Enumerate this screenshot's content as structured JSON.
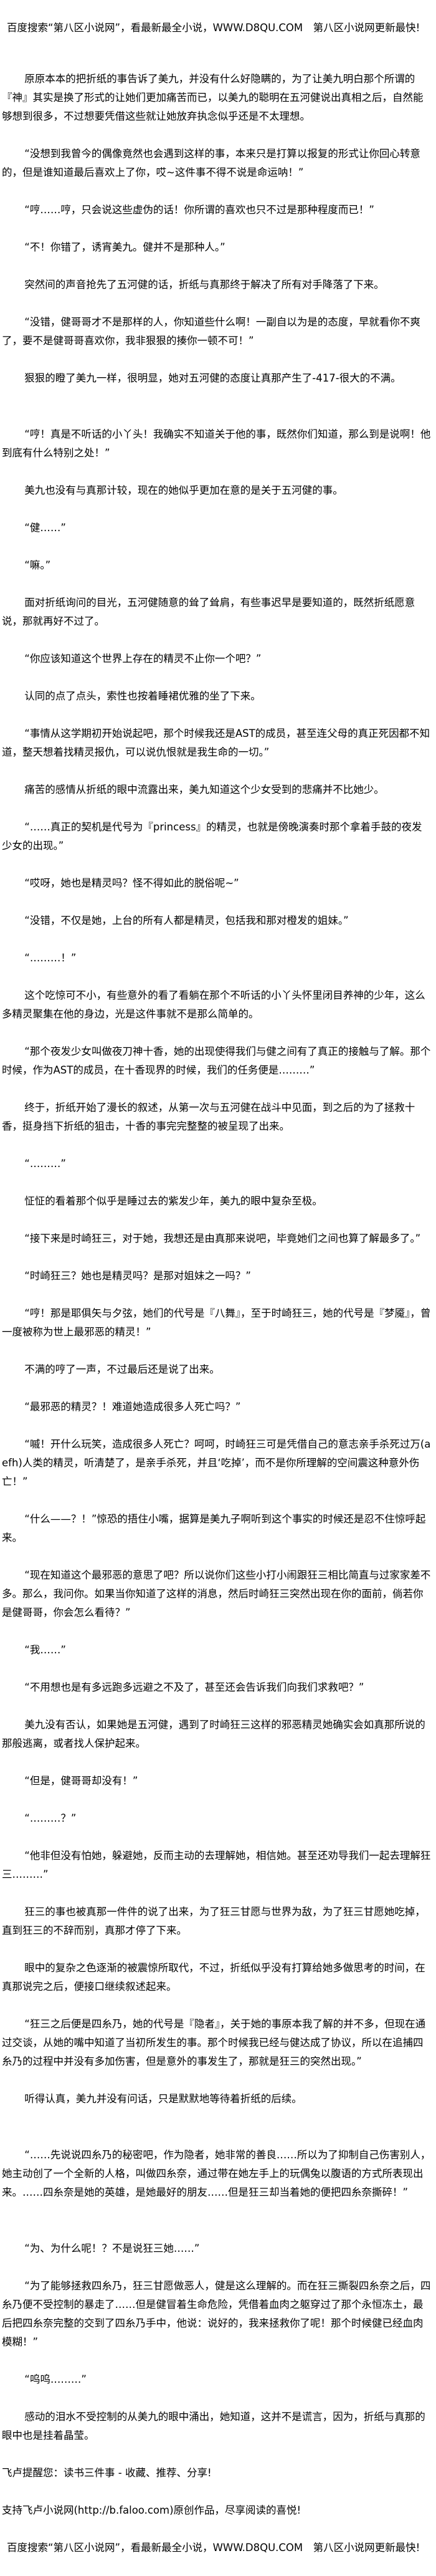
{
  "header_banner": "百度搜索“第八区小说网”，看最新最全小说，WWW.D8QU.COM　第八区小说网更新最快!",
  "paragraphs": [
    "原原本本的把折纸的事告诉了美九，并没有什么好隐瞒的，为了让美九明白那个所谓的『神』其实是换了形式的让她们更加痛苦而已，以美九的聪明在五河健说出真相之后，自然能够想到很多，不过想要凭借这些就让她放弃执念似乎还是不太理想。",
    "“没想到我曾今的偶像竟然也会遇到这样的事，本来只是打算以报复的形式让你回心转意的，但是谁知道最后喜欢上了你，哎~这件事不得不说是命运呐！”",
    "“哼……哼，只会说这些虚伪的话！你所谓的喜欢也只不过是那种程度而已！”",
    "“不！你错了，诱宵美九。健并不是那种人。”",
    "突然间的声音抢先了五河健的话，折纸与真那终于解决了所有对手降落了下来。",
    "“没错，健哥哥才不是那样的人，你知道些什么啊！一副自以为是的态度，早就看你不爽了，要不是健哥哥喜欢你，我非狠狠的揍你一顿不可！”",
    "狠狠的瞪了美九一样，很明显，她对五河健的态度让真那产生了-417-很大的不满。",
    "“哼！真是不听话的小丫头！我确实不知道关于他的事，既然你们知道，那么到是说啊！他到底有什么特别之处！”",
    "美九也没有与真那计较，现在的她似乎更加在意的是关于五河健的事。",
    "“健……”",
    "“嘛。”",
    "面对折纸询问的目光，五河健随意的耸了耸肩，有些事迟早是要知道的，既然折纸愿意说，那就再好不过了。",
    "“你应该知道这个世界上存在的精灵不止你一个吧？”",
    "认同的点了点头，索性也按着睡裙优雅的坐了下来。",
    "“事情从这学期初开始说起吧，那个时候我还是AST的成员，甚至连父母的真正死因都不知道，整天想着找精灵报仇，可以说仇恨就是我生命的一切。”",
    "痛苦的感情从折纸的眼中流露出来，美九知道这个少女受到的悲痛并不比她少。",
    "“……真正的契机是代号为『princess』的精灵，也就是傍晚演奏时那个拿着手鼓的夜发少女的出现。”",
    "“哎呀，她也是精灵吗？怪不得如此的脱俗呢~”",
    "“没错，不仅是她，上台的所有人都是精灵，包括我和那对橙发的姐妹。”",
    "“………！”",
    "这个吃惊可不小，有些意外的看了看躺在那个不听话的小丫头怀里闭目养神的少年，这么多精灵聚集在他的身边，光是这件事就不是那么简单的。",
    "“那个夜发少女叫做夜刀神十香，她的出现使得我们与健之间有了真正的接触与了解。那个时候，作为AST的成员，在十香现界的时候，我们的任务便是………”",
    "终于，折纸开始了漫长的叙述，从第一次与五河健在战斗中见面，到之后的为了拯救十香，挺身挡下折纸的狙击，十香的事完完整整的被呈现了出来。",
    "“………”",
    "怔怔的看着那个似乎是睡过去的紫发少年，美九的眼中复杂至极。",
    "“接下来是时崎狂三，对于她，我想还是由真那来说吧，毕竟她们之间也算了解最多了。”",
    "“时崎狂三？她也是精灵吗？是那对姐妹之一吗？”",
    "“哼！那是耶俱矢与夕弦，她们的代号是『八舞』，至于时崎狂三，她的代号是『梦魇』，曾一度被称为世上最邪恶的精灵！”",
    "不满的哼了一声，不过最后还是说了出来。",
    "“最邪恶的精灵？！难道她造成很多人死亡吗？”",
    "“嘁！开什么玩笑，造成很多人死亡？呵呵，时崎狂三可是凭借自己的意志亲手杀死过万(aefh)人类的精灵，听清楚了，是亲手杀死，并且‘吃掉’，而不是你所理解的空间震这种意外伤亡！”",
    "“什么——？！”惊恐的捂住小嘴，据算是美九子啊听到这个事实的时候还是忍不住惊呼起来。",
    "“现在知道这个最邪恶的意思了吧？所以说你们这些小打小闹跟狂三相比简直与过家家差不多。那么，我问你。如果当你知道了这样的消息，然后时崎狂三突然出现在你的面前，倘若你是健哥哥，你会怎么看待？”",
    "“我……”",
    "“不用想也是有多远跑多远避之不及了，甚至还会告诉我们向我们求救吧？”",
    "美九没有否认，如果她是五河健，遇到了时崎狂三这样的邪恶精灵她确实会如真那所说的那般逃离，或者找人保护起来。",
    "“但是，健哥哥却没有！”",
    "“………？”",
    "“他非但没有怕她，躲避她，反而主动的去理解她，相信她。甚至还劝导我们一起去理解狂三………”",
    "狂三的事也被真那一件件的说了出来，为了狂三甘愿与世界为敌，为了狂三甘愿她吃掉，直到狂三的不辞而别，真那才停了下来。",
    "眼中的复杂之色逐渐的被震惊所取代，不过，折纸似乎没有打算给她多做思考的时间，在真那说完之后，便接口继续叙述起来。",
    "“狂三之后便是四糸乃，她的代号是『隐者』，关于她的事原本我了解的并不多，但现在通过交谈，从她的嘴中知道了当初所发生的事。那个时候我已经与健达成了协议，所以在追捕四糸乃的过程中并没有多加伤害，但是意外的事发生了，那就是狂三的突然出现。”",
    "听得认真，美九并没有问话，只是默默地等待着折纸的后续。",
    "“……先说说四糸乃的秘密吧，作为隐者，她非常的善良……所以为了抑制自己伤害别人，她主动创了一个全新的人格，叫做四糸奈，通过带在她左手上的玩偶兔以腹语的方式所表现出来。……四糸奈是她的英雄，是她最好的朋友……但是狂三却当着她的便把四糸奈撕碎！”",
    "“为、为什么呢！？不是说狂三她……”",
    "“为了能够拯救四糸乃，狂三甘愿做恶人，健是这么理解的。而在狂三撕裂四糸奈之后，四糸乃便不受控制的暴走了……但是健冒着生命危险，凭借着血肉之躯穿过了那个永恒冻土，最后把四糸奈完整的交到了四糸乃手中，他说：说好的，我来拯救你了呢！那个时候健已经血肉模糊！”",
    "“呜呜………”",
    "感动的泪水不受控制的从美九的眼中涌出，她知道，这并不是谎言，因为，折纸与真那的眼中也是挂着晶莹。"
  ],
  "extra_gap_after": [
    6,
    42,
    43
  ],
  "footer_notes": [
    "飞卢提醒您：读书三件事 - 收藏、推荐、分享!",
    "支持飞卢小说网(http://b.faloo.com)原创作品，尽享阅读的喜悦!"
  ],
  "footer_banner": "百度搜索“第八区小说网”，看最新最全小说，WWW.D8QU.COM　第八区小说网更新最快!"
}
